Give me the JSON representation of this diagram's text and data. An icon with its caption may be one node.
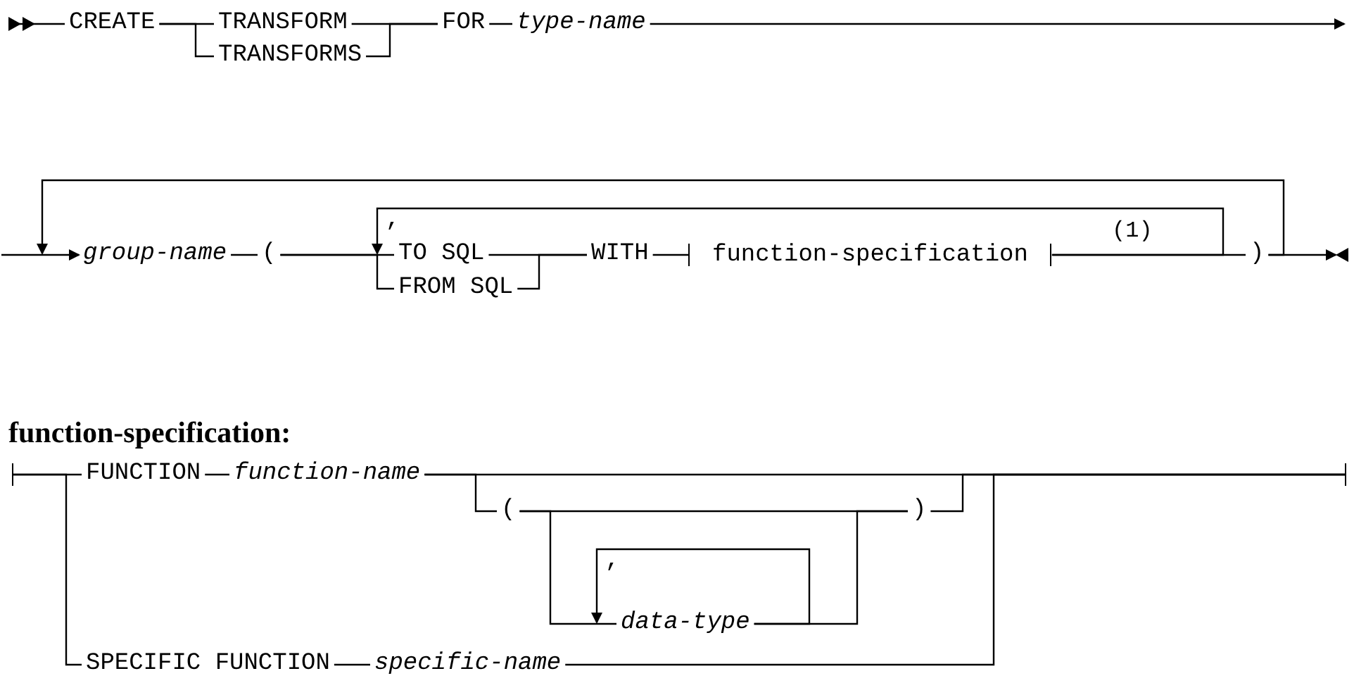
{
  "diagram": {
    "nodes": [
      {
        "text": [
          "CREATE"
        ]
      },
      {
        "text": [
          "TRANSFORM"
        ]
      },
      {
        "text": [
          "TRANSFORMS"
        ]
      },
      {
        "text": [
          "FOR"
        ]
      },
      {
        "text": [
          "type-name"
        ]
      },
      {
        "text": [
          "group-name"
        ]
      },
      {
        "text": [
          "("
        ]
      },
      {
        "text": [
          "TO SQL"
        ]
      },
      {
        "text": [
          "FROM SQL"
        ]
      },
      {
        "text": [
          "WITH"
        ]
      },
      {
        "text": [
          "function-specification"
        ]
      },
      {
        "text": [
          ")"
        ]
      },
      {
        "text": [
          "FUNCTION"
        ]
      },
      {
        "text": [
          "function-name"
        ]
      },
      {
        "text": [
          "("
        ]
      },
      {
        "text": [
          "data-type"
        ]
      },
      {
        "text": [
          ")"
        ]
      },
      {
        "text": [
          "SPECIFIC FUNCTION"
        ]
      },
      {
        "text": [
          "specific-name"
        ]
      }
    ],
    "edges": [
      {
        "from": null,
        "to": 0,
        "arrow": "other"
      },
      {
        "from": 0,
        "to": 1,
        "arrow": "none"
      },
      {
        "from": 0,
        "to": 2,
        "arrow": "none"
      },
      {
        "from": 1,
        "to": 3,
        "arrow": "none"
      },
      {
        "from": 2,
        "to": 3,
        "arrow": "none"
      },
      {
        "from": 3,
        "to": 4,
        "arrow": "none"
      },
      {
        "from": 4,
        "to": null,
        "arrow": "to"
      },
      {
        "from": null,
        "to": 5,
        "arrow": "to"
      },
      {
        "from": 5,
        "to": 6,
        "arrow": "none"
      },
      {
        "from": 6,
        "to": 7,
        "arrow": "none"
      },
      {
        "from": 6,
        "to": 8,
        "arrow": "none"
      },
      {
        "from": 7,
        "to": 9,
        "arrow": "none"
      },
      {
        "from": 8,
        "to": 9,
        "arrow": "none"
      },
      {
        "from": 9,
        "to": 10,
        "arrow": "none"
      },
      {
        "from": 10,
        "to": 11,
        "arrow": "none"
      },
      {
        "from": 11,
        "to": null,
        "arrow": "to"
      },
      {
        "from": 11,
        "to": 5,
        "arrow": "to"
      },
      {
        "from": 10,
        "to": 7,
        "arrow": "to",
        "label": ","
      },
      {
        "from": null,
        "to": 12,
        "arrow": "none"
      },
      {
        "from": null,
        "to": 17,
        "arrow": "none"
      },
      {
        "from": 12,
        "to": 13,
        "arrow": "none"
      },
      {
        "from": 13,
        "to": 14,
        "arrow": "none"
      },
      {
        "from": 14,
        "to": 16,
        "arrow": "none"
      },
      {
        "from": 14,
        "to": 15,
        "arrow": "none"
      },
      {
        "from": 15,
        "to": 16,
        "arrow": "none"
      },
      {
        "from": 16,
        "to": null,
        "arrow": "none"
      },
      {
        "from": 13,
        "to": null,
        "arrow": "none"
      },
      {
        "from": 17,
        "to": 18,
        "arrow": "none"
      },
      {
        "from": 18,
        "to": null,
        "arrow": "none"
      },
      {
        "from": 15,
        "to": 15,
        "arrow": "to",
        "label": ","
      }
    ],
    "labels": [
      "(1)",
      "function-specification:"
    ]
  }
}
